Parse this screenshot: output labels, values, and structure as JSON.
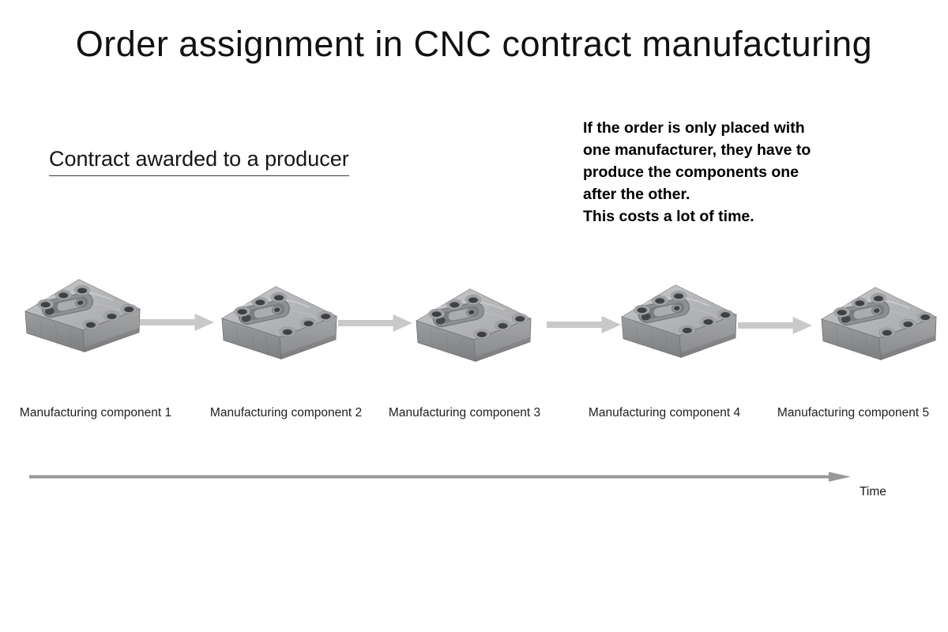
{
  "title": "Order assignment in CNC contract manufacturing",
  "left_heading": "Contract awarded to a producer",
  "note": {
    "text": "If the order is only placed with\none manufacturer, they have to\nproduce the components one\nafter the other.\nThis costs a lot of time."
  },
  "components": [
    {
      "label": "Manufacturing component 1"
    },
    {
      "label": "Manufacturing component 2"
    },
    {
      "label": "Manufacturing component 3"
    },
    {
      "label": "Manufacturing component 4"
    },
    {
      "label": "Manufacturing component 5"
    }
  ],
  "timeline": {
    "label": "Time"
  },
  "icons": {
    "component_image": "cnc-machined-aluminum-block",
    "flow_arrow": "right-block-arrow",
    "time_axis": "right-line-arrow"
  },
  "colors": {
    "background": "#ffffff",
    "title_text": "#111111",
    "body_text": "#000000",
    "label_text": "#1f1f1f",
    "flow_arrow": "#c9c9c9",
    "time_arrow": "#979899"
  }
}
